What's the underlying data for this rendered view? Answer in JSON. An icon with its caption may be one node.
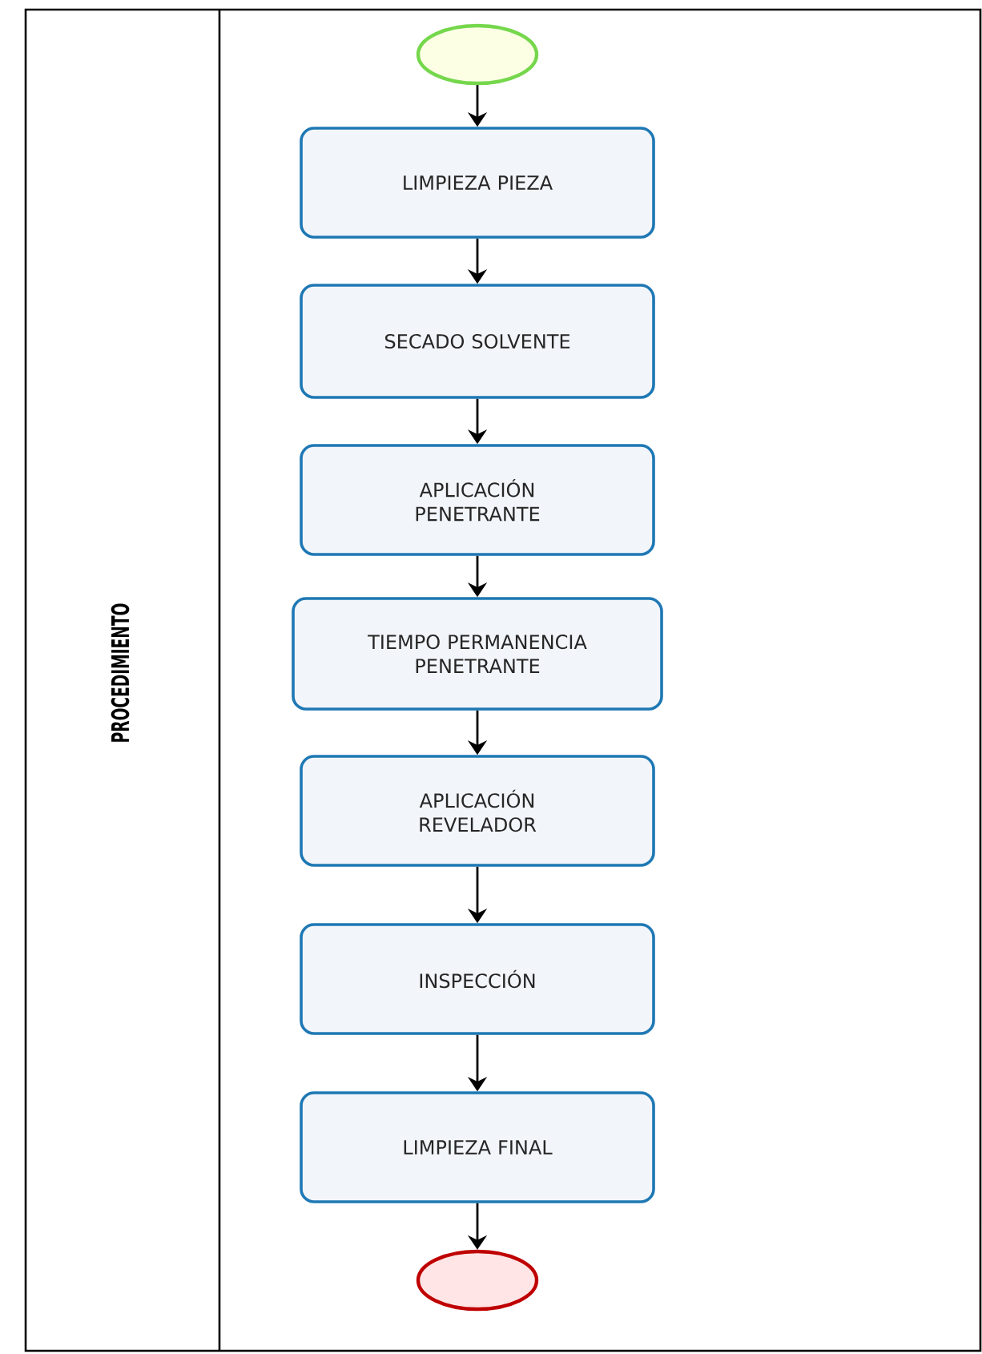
{
  "diagram": {
    "nodes": [
      {
        "text": [
          "PROCEDIMIENTO"
        ]
      },
      {
        "text": [],
        "shape": "circle",
        "in": 0
      },
      {
        "text": [
          "LIMPIEZA PIEZA"
        ],
        "in": 0
      },
      {
        "text": [
          "SECADO SOLVENTE"
        ],
        "in": 0
      },
      {
        "text": [
          "APLICACIÓN PENETRANTE"
        ],
        "in": 0
      },
      {
        "text": [
          "TIEMPO PERMANENCIA PENETRANTE"
        ],
        "in": 0
      },
      {
        "text": [
          "APLICACIÓN REVELADOR"
        ],
        "in": 0
      },
      {
        "text": [
          "INSPECCIÓN"
        ],
        "in": 0
      },
      {
        "text": [
          "LIMPIEZA FINAL"
        ],
        "in": 0
      },
      {
        "text": [],
        "shape": "circle",
        "in": 0
      }
    ],
    "edges": [
      {
        "from": 1,
        "to": 2,
        "arrow": "to"
      },
      {
        "from": 2,
        "to": 3,
        "arrow": "to"
      },
      {
        "from": 3,
        "to": 4,
        "arrow": "to"
      },
      {
        "from": 4,
        "to": 5,
        "arrow": "to"
      },
      {
        "from": 5,
        "to": 6,
        "arrow": "to"
      },
      {
        "from": 6,
        "to": 7,
        "arrow": "to"
      },
      {
        "from": 7,
        "to": 8,
        "arrow": "to"
      },
      {
        "from": 8,
        "to": 9,
        "arrow": "to"
      }
    ]
  }
}
